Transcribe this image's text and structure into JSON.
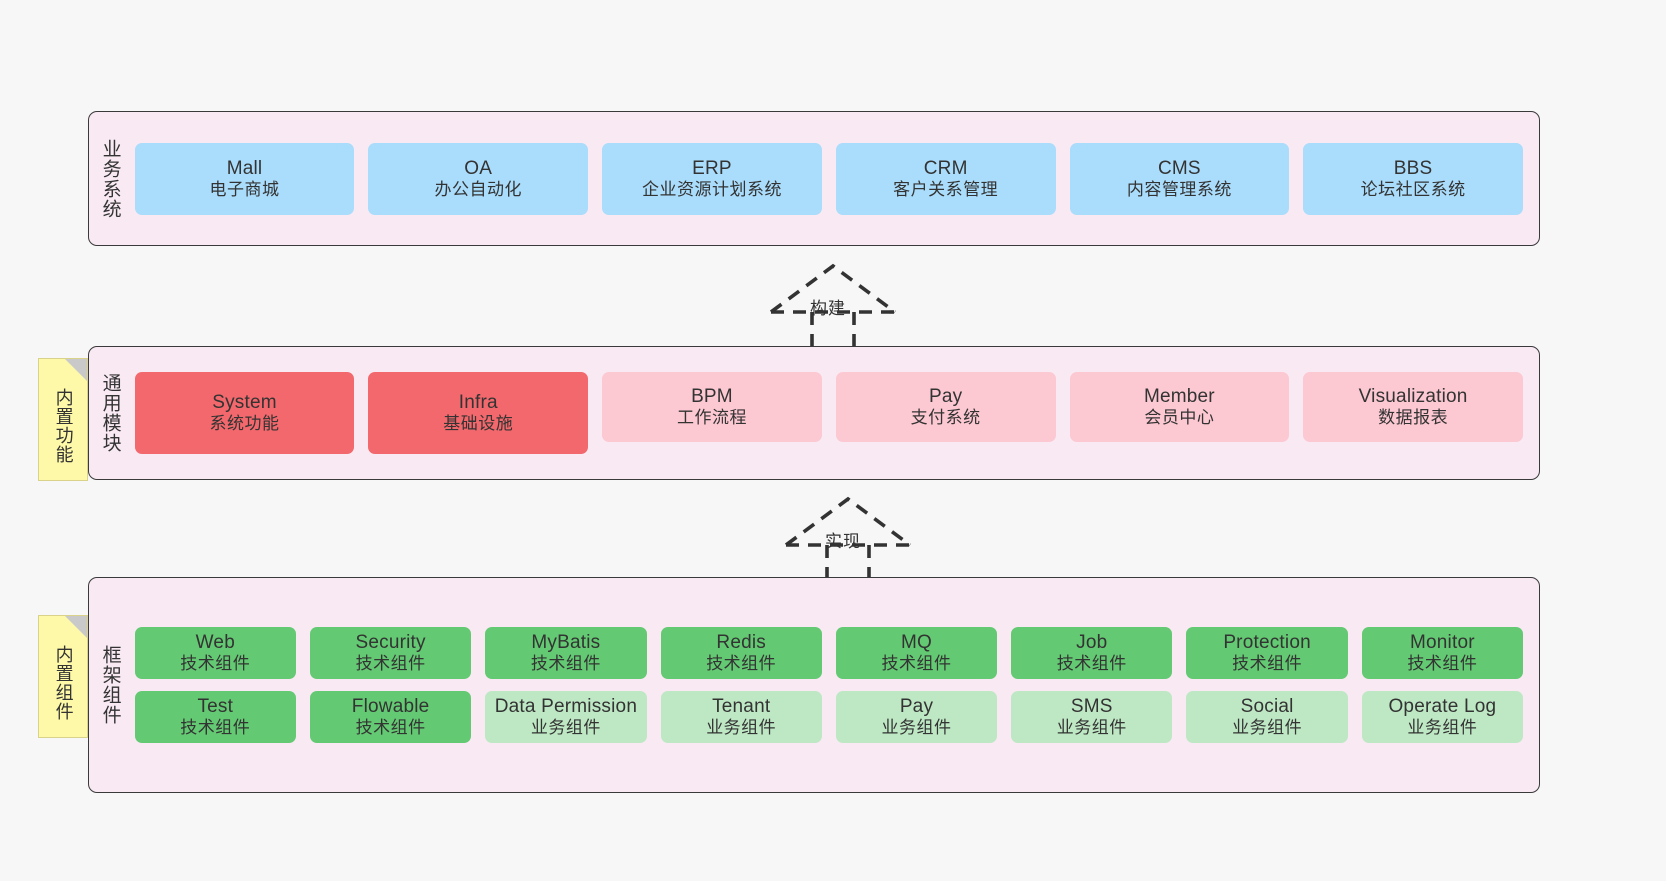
{
  "diagram": {
    "background_color": "#f7f7f7",
    "layer_fill": "#f8e9f3",
    "layer_border": "#3a3a3a",
    "note_fill": "#fdf9a8",
    "colors": {
      "business_system": "#aadcfb",
      "module_primary": "#f2686c",
      "module_secondary": "#fcc8d2",
      "tech_component": "#63c972",
      "biz_component": "#bee8c4"
    }
  },
  "layers": [
    {
      "id": "business-system",
      "title": "业务系统",
      "nodes": [
        {
          "en": "Mall",
          "cn": "电子商城",
          "color": "blue"
        },
        {
          "en": "OA",
          "cn": "办公自动化",
          "color": "blue"
        },
        {
          "en": "ERP",
          "cn": "企业资源计划系统",
          "color": "blue"
        },
        {
          "en": "CRM",
          "cn": "客户关系管理",
          "color": "blue"
        },
        {
          "en": "CMS",
          "cn": "内容管理系统",
          "color": "blue"
        },
        {
          "en": "BBS",
          "cn": "论坛社区系统",
          "color": "blue"
        }
      ]
    },
    {
      "id": "common-module",
      "title": "通用模块",
      "note": "内置功能",
      "nodes": [
        {
          "en": "System",
          "cn": "系统功能",
          "color": "red"
        },
        {
          "en": "Infra",
          "cn": "基础设施",
          "color": "red"
        },
        {
          "en": "BPM",
          "cn": "工作流程",
          "color": "pink"
        },
        {
          "en": "Pay",
          "cn": "支付系统",
          "color": "pink"
        },
        {
          "en": "Member",
          "cn": "会员中心",
          "color": "pink"
        },
        {
          "en": "Visualization",
          "cn": "数据报表",
          "color": "pink"
        }
      ]
    },
    {
      "id": "framework-component",
      "title": "框架组件",
      "note": "内置组件",
      "rows": [
        [
          {
            "en": "Web",
            "cn": "技术组件",
            "color": "green"
          },
          {
            "en": "Security",
            "cn": "技术组件",
            "color": "green"
          },
          {
            "en": "MyBatis",
            "cn": "技术组件",
            "color": "green"
          },
          {
            "en": "Redis",
            "cn": "技术组件",
            "color": "green"
          },
          {
            "en": "MQ",
            "cn": "技术组件",
            "color": "green"
          },
          {
            "en": "Job",
            "cn": "技术组件",
            "color": "green"
          },
          {
            "en": "Protection",
            "cn": "技术组件",
            "color": "green"
          },
          {
            "en": "Monitor",
            "cn": "技术组件",
            "color": "green"
          }
        ],
        [
          {
            "en": "Test",
            "cn": "技术组件",
            "color": "green"
          },
          {
            "en": "Flowable",
            "cn": "技术组件",
            "color": "green"
          },
          {
            "en": "Data Permission",
            "cn": "业务组件",
            "color": "lightgreen"
          },
          {
            "en": "Tenant",
            "cn": "业务组件",
            "color": "lightgreen"
          },
          {
            "en": "Pay",
            "cn": "业务组件",
            "color": "lightgreen"
          },
          {
            "en": "SMS",
            "cn": "业务组件",
            "color": "lightgreen"
          },
          {
            "en": "Social",
            "cn": "业务组件",
            "color": "lightgreen"
          },
          {
            "en": "Operate Log",
            "cn": "业务组件",
            "color": "lightgreen"
          }
        ]
      ]
    }
  ],
  "arrows": [
    {
      "id": "build",
      "label": "构建"
    },
    {
      "id": "implement",
      "label": "实现"
    }
  ]
}
